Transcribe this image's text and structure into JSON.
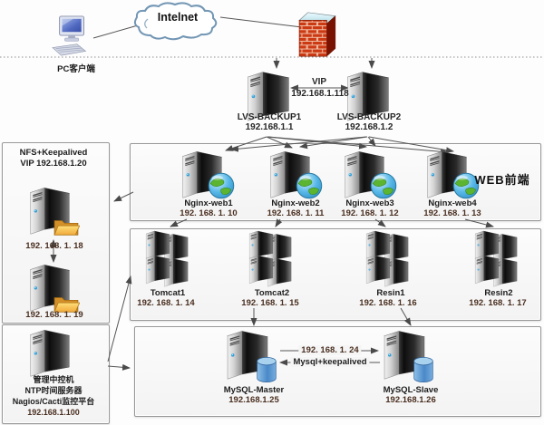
{
  "colors": {
    "ip_text": "#4a2f20",
    "zone_border": "#979797",
    "connector": "#4f4f4f",
    "firewall_red": "#cc3a14",
    "globe_green": "#5cb531",
    "database_blue": "#4a88c8",
    "folder_yellow": "#f5b83d"
  },
  "icons": {
    "internet": "cloud",
    "pc_client": "desktop-computer",
    "firewall": "brick-firewall",
    "server": "tower-server",
    "app_cluster": "server-cluster-2x2",
    "web": "globe",
    "storage": "folder",
    "database": "cylinder"
  },
  "nodes": {
    "internet": {
      "label": "Intelnet"
    },
    "pc_client": {
      "label": "PC客户端"
    },
    "vip_link": {
      "label": "VIP",
      "ip": "192.168.1.118"
    },
    "lvs_backup1": {
      "name": "LVS-BACKUP1",
      "ip": "192.168.1.1"
    },
    "lvs_backup2": {
      "name": "LVS-BACKUP2",
      "ip": "192.168.1.2"
    },
    "web_zone": {
      "label": "WEB前端"
    },
    "nginx_web1": {
      "name": "Nginx-web1",
      "ip": "192. 168. 1. 10"
    },
    "nginx_web2": {
      "name": "Nginx-web2",
      "ip": "192. 168. 1. 11"
    },
    "nginx_web3": {
      "name": "Nginx-web3",
      "ip": "192. 168. 1. 12"
    },
    "nginx_web4": {
      "name": "Nginx-web4",
      "ip": "192. 168. 1. 13"
    },
    "tomcat1": {
      "name": "Tomcat1",
      "ip": "192. 168. 1. 14"
    },
    "tomcat2": {
      "name": "Tomcat2",
      "ip": "192. 168. 1. 15"
    },
    "resin1": {
      "name": "Resin1",
      "ip": "192. 168. 1. 16"
    },
    "resin2": {
      "name": "Resin2",
      "ip": "192. 168. 1. 17"
    },
    "nfs_zone": {
      "title_line1": "NFS+Keepalived",
      "title_line2": "VIP 192.168.1.20",
      "node1_ip": "192. 168. 1. 18",
      "node2_ip": "192. 168. 1. 19"
    },
    "mgmt": {
      "line1": "管理中控机",
      "line2": "NTP时间服务器",
      "line3": "Nagios/Cacti监控平台",
      "ip": "192.168.1.100"
    },
    "mysql_master": {
      "name": "MySQL-Master",
      "ip": "192.168.1.25"
    },
    "mysql_slave": {
      "name": "MySQL-Slave",
      "ip": "192.168.1.26"
    },
    "mysql_replication": {
      "ip": "192. 168. 1. 24",
      "label": "Mysql+keepalived"
    }
  }
}
